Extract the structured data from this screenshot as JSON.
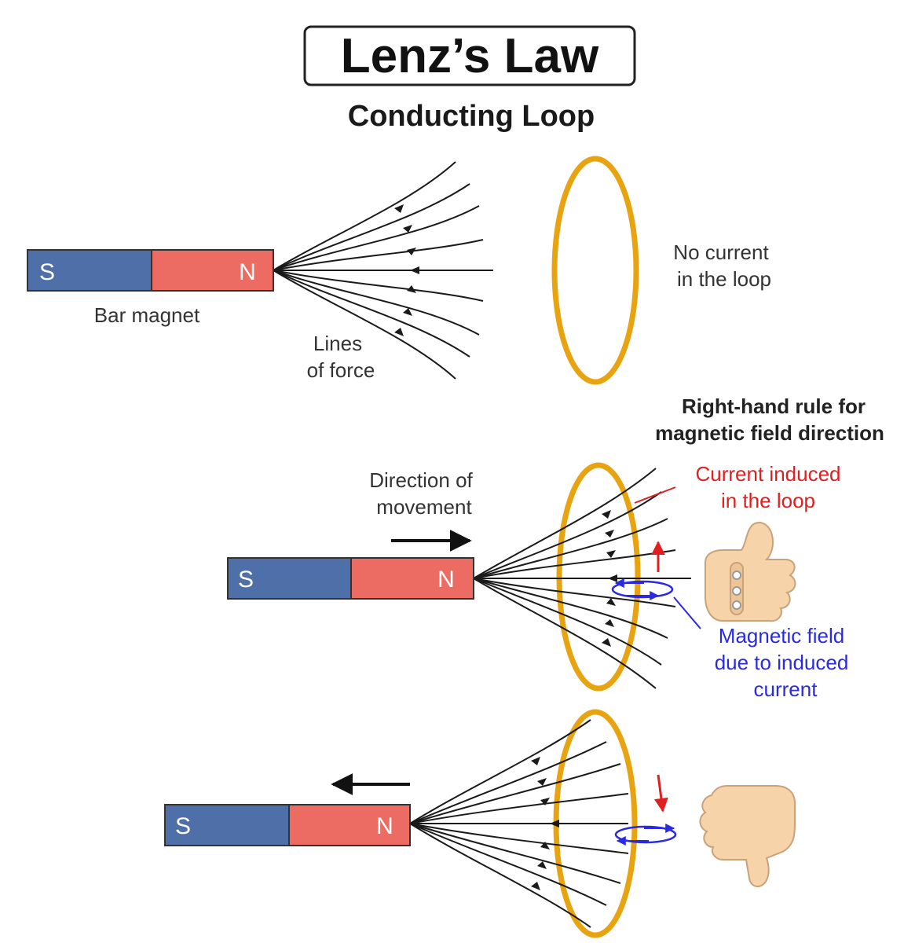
{
  "title": "Lenz’s Law",
  "subtitle": "Conducting Loop",
  "panel1": {
    "magnet_south": "S",
    "magnet_north": "N",
    "magnet_label": "Bar magnet",
    "lines_label": [
      "Lines",
      "of force"
    ],
    "no_current_label": [
      "No current",
      "in the loop"
    ]
  },
  "panel2": {
    "magnet_south": "S",
    "magnet_north": "N",
    "right_hand_rule_label": [
      "Right-hand rule for",
      "magnetic field direction"
    ],
    "direction_label": [
      "Direction of",
      "movement"
    ],
    "current_label": [
      "Current induced",
      "in the loop"
    ],
    "field_label": [
      "Magnetic field",
      "due to induced",
      "current"
    ]
  },
  "panel3": {
    "magnet_south": "S",
    "magnet_north": "N"
  },
  "colors": {
    "magnet_south": "#4f6fa8",
    "magnet_north": "#ec6b62",
    "loop": "#e8a410",
    "current_arrow": "#e02020",
    "field_arrow": "#2a2ae0",
    "field_lines": "#1a1a1a",
    "hand": "#f6d3a8"
  },
  "icons": {
    "thumbs_up": "thumbs-up-hand-icon",
    "thumbs_down": "thumbs-down-hand-icon"
  }
}
